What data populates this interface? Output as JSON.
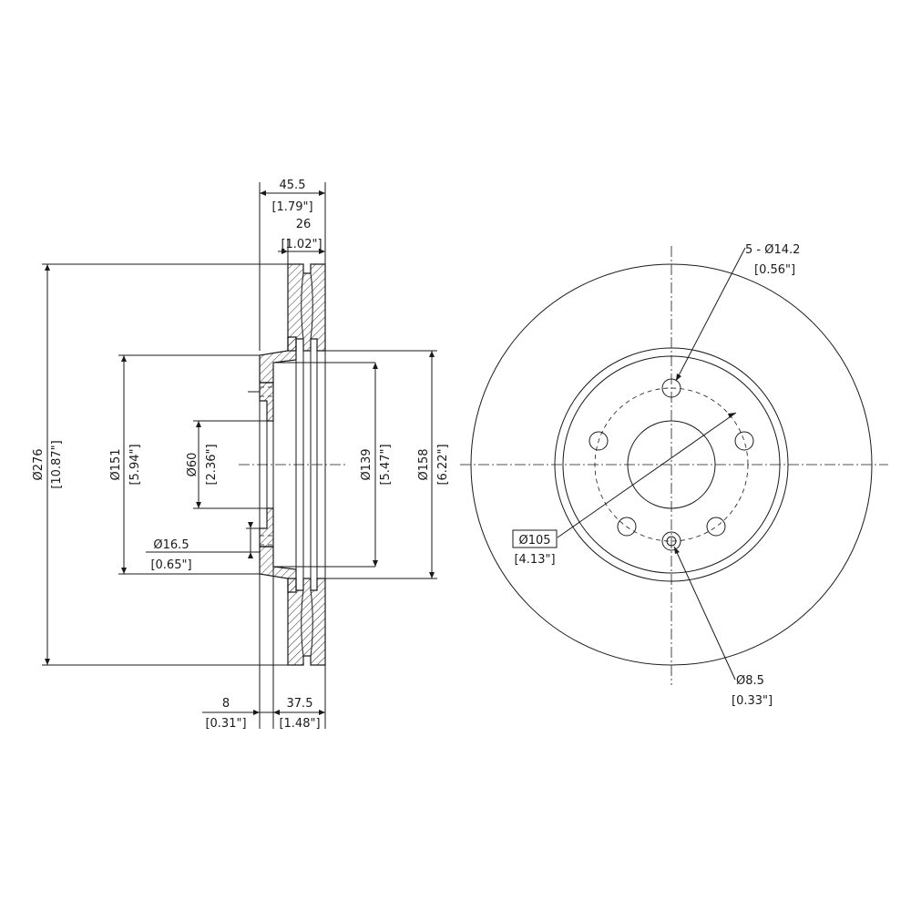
{
  "dimensions": {
    "total_width": {
      "value": "45.5",
      "inch": "[1.79\"]"
    },
    "friction_width": {
      "value": "26",
      "inch": "[1.02\"]"
    },
    "outer_diameter": {
      "value": "Ø276",
      "inch": "[10.87\"]"
    },
    "hat_diameter": {
      "value": "Ø151",
      "inch": "[5.94\"]"
    },
    "center_bore": {
      "value": "Ø60",
      "inch": "[2.36\"]"
    },
    "pilot_hole": {
      "value": "Ø16.5",
      "inch": "[0.65\"]"
    },
    "inner_friction_diameter": {
      "value": "Ø139",
      "inch": "[5.47\"]"
    },
    "hat_outer_diameter": {
      "value": "Ø158",
      "inch": "[6.22\"]"
    },
    "hat_thickness": {
      "value": "8",
      "inch": "[0.31\"]"
    },
    "hat_height": {
      "value": "37.5",
      "inch": "[1.48\"]"
    },
    "bolt_holes": {
      "value": "5 - Ø14.2",
      "inch": "[0.56\"]"
    },
    "bolt_circle": {
      "value": "Ø105",
      "inch": "[4.13\"]"
    },
    "locating_hole": {
      "value": "Ø8.5",
      "inch": "[0.33\"]"
    }
  }
}
